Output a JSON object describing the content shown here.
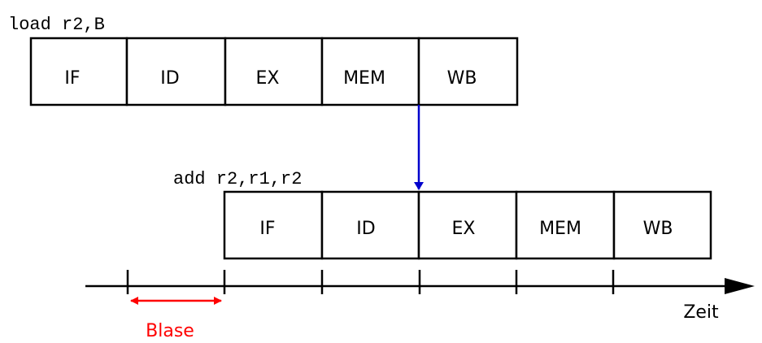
{
  "instruction1": {
    "text": "load r2,B",
    "stages": [
      "IF",
      "ID",
      "EX",
      "MEM",
      "WB"
    ]
  },
  "instruction2": {
    "text": "add r2,r1,r2",
    "stages": [
      "IF",
      "ID",
      "EX",
      "MEM",
      "WB"
    ]
  },
  "timeline": {
    "label": "Zeit"
  },
  "bubble": {
    "label": "Blase"
  },
  "colors": {
    "forward_arrow": "#0000cc",
    "bubble": "#ff0000",
    "line": "#000000"
  }
}
